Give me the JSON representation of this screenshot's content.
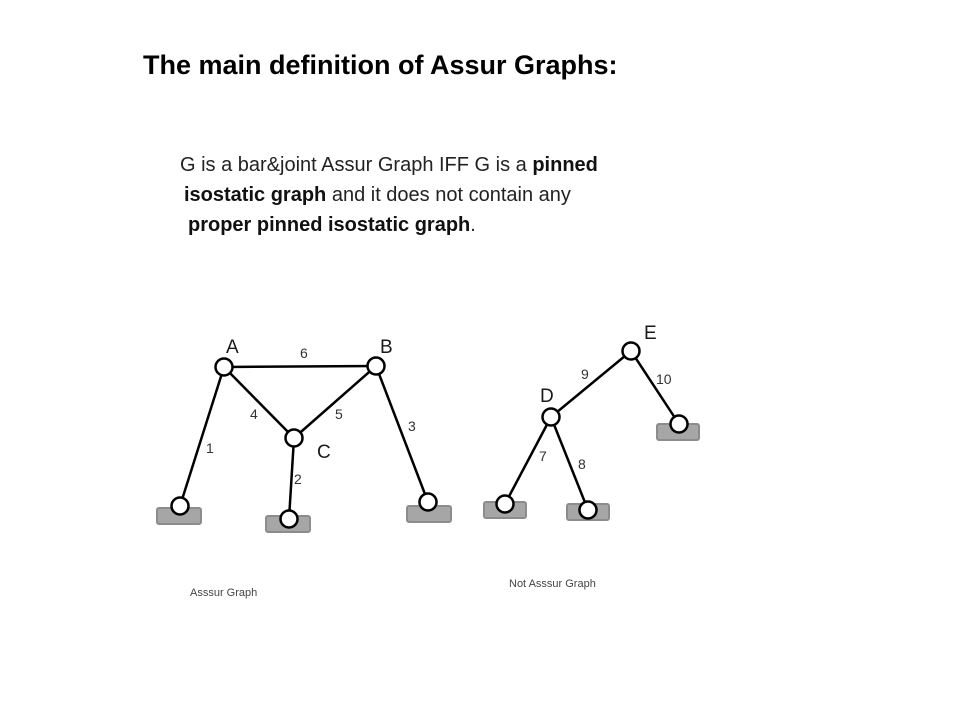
{
  "title": "The main definition of Assur Graphs:",
  "definition": {
    "line1_a": "G is a bar&joint Assur Graph IFF G is a ",
    "line1_b": "pinned",
    "line2_a": "isostatic graph",
    "line2_b": " and it does not contain any",
    "line3_a": "proper pinned isostatic graph",
    "line3_b": "."
  },
  "assur_graph": {
    "caption": "Asssur Graph",
    "nodes": {
      "A": "A",
      "B": "B",
      "C": "C"
    },
    "bars": {
      "b1": "1",
      "b2": "2",
      "b3": "3",
      "b4": "4",
      "b5": "5",
      "b6": "6"
    }
  },
  "not_assur_graph": {
    "caption": "Not Asssur Graph",
    "nodes": {
      "D": "D",
      "E": "E"
    },
    "bars": {
      "b7": "7",
      "b8": "8",
      "b9": "9",
      "b10": "10"
    }
  },
  "colors": {
    "ground": "#a6a6a6",
    "bar": "#000000",
    "joint_fill": "#ffffff"
  }
}
